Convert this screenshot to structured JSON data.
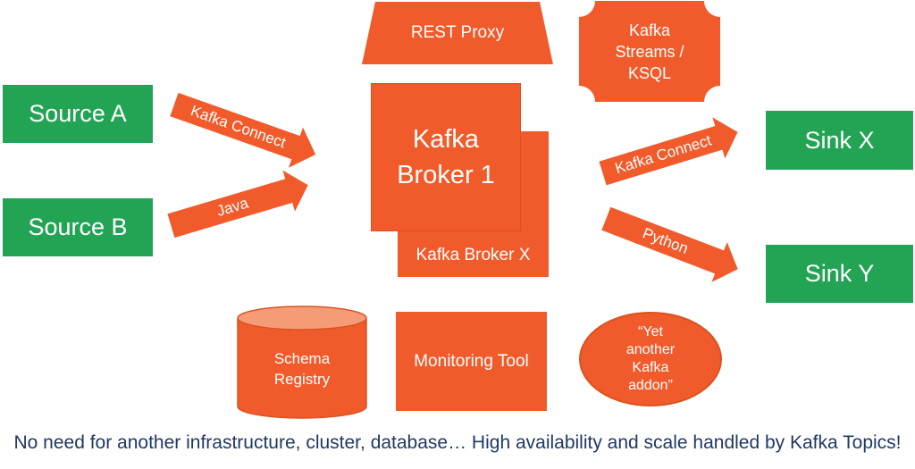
{
  "colors": {
    "orange": "#F15B2B",
    "orange_dark": "#D9531F",
    "cyl_top": "#F59C77",
    "green": "#23A455",
    "navy": "#1F3864"
  },
  "nodes": {
    "source_a": "Source A",
    "source_b": "Source B",
    "sink_x": "Sink X",
    "sink_y": "Sink Y",
    "rest_proxy": "REST Proxy",
    "streams_line1": "Kafka",
    "streams_line2": "Streams /",
    "streams_line3": "KSQL",
    "broker1_line1": "Kafka",
    "broker1_line2": "Broker 1",
    "broker_x": "Kafka Broker X",
    "schema_line1": "Schema",
    "schema_line2": "Registry",
    "monitoring": "Monitoring Tool",
    "addon_line1": "“Yet",
    "addon_line2": "another",
    "addon_line3": "Kafka",
    "addon_line4": "addon”"
  },
  "arrows": {
    "source_a_to_broker": "Kafka Connect",
    "source_b_to_broker": "Java",
    "broker_to_sink_x": "Kafka Connect",
    "broker_to_sink_y": "Python"
  },
  "caption": "No need for another infrastructure, cluster, database… High availability and scale handled by Kafka Topics!"
}
